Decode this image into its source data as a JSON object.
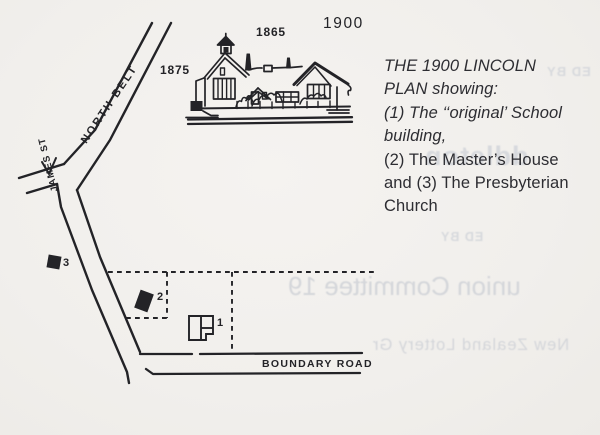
{
  "map": {
    "road_labels": {
      "north_belt": "NORTH BELT",
      "james_st": "JAMES ST",
      "boundary_road": "BOUNDARY ROAD"
    },
    "year_labels": {
      "y1875": "1875",
      "y1865": "1865",
      "y1900": "1900"
    },
    "markers": {
      "m1": "1",
      "m2": "2",
      "m3": "3"
    }
  },
  "caption": {
    "lines": [
      "THE 1900 LINCOLN",
      "PLAN showing:",
      "(1) The ‘‘original’ School",
      "building,",
      "(2) The Master’s House",
      "and (3) The Presbyterian",
      "Church"
    ]
  },
  "bleedthrough": {
    "items": [
      "ED BY",
      "ddleton",
      "ED BY",
      "union Committee 19",
      "New Zealand Lottery Gr"
    ]
  },
  "colors": {
    "ink": "#232327",
    "paper": "#f1efec",
    "ghost": "#d7d9dd"
  }
}
